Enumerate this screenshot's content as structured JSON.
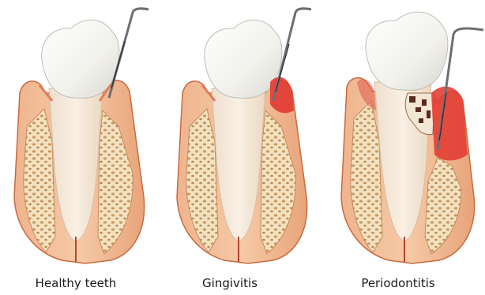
{
  "panels": [
    {
      "label": "Healthy teeth"
    },
    {
      "label": "Gingivitis"
    },
    {
      "label": "Periodontitis"
    }
  ],
  "colors": {
    "gum": "#e8a47a",
    "gum_outline": "#c86a40",
    "bone": "#f1ddb7",
    "bone_pores": "#c79761",
    "tooth_root": "#f6e9da",
    "tooth_crown": "#fbfbf8",
    "inflamed_gum": "#e23a32",
    "decay": "#5a2a1c",
    "probe": "#6c6f73"
  }
}
